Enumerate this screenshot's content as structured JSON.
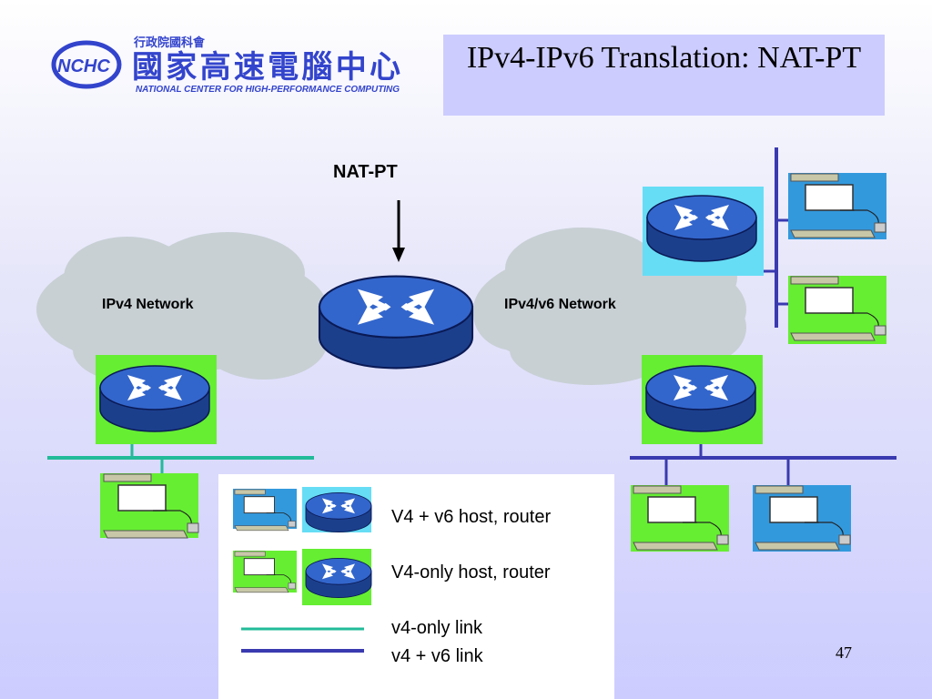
{
  "logo": {
    "badge_text": "NCHC",
    "chinese_small": "行政院國科會",
    "chinese_large": "國家高速電腦中心",
    "english": "NATIONAL CENTER FOR HIGH-PERFORMANCE COMPUTING"
  },
  "slide": {
    "title": "IPv4-IPv6 Translation: NAT-PT",
    "page_number": "47"
  },
  "diagram": {
    "nat_label": "NAT-PT",
    "ipv4_network_label": "IPv4 Network",
    "ipv4v6_network_label": "IPv4/v6 Network"
  },
  "legend": {
    "dual_stack": "V4 + v6 host, router",
    "v4_only": "V4-only host, router",
    "v4_link": "v4-only link",
    "dual_link": "v4 + v6 link"
  },
  "colors": {
    "v4_only_bg": "#66ee33",
    "dual_stack_bg": "#3399dd",
    "v4_link": "#22bb99",
    "dual_link": "#3a3ab0",
    "title_bg": "#ccccff",
    "router_blue": "#3366cc"
  }
}
